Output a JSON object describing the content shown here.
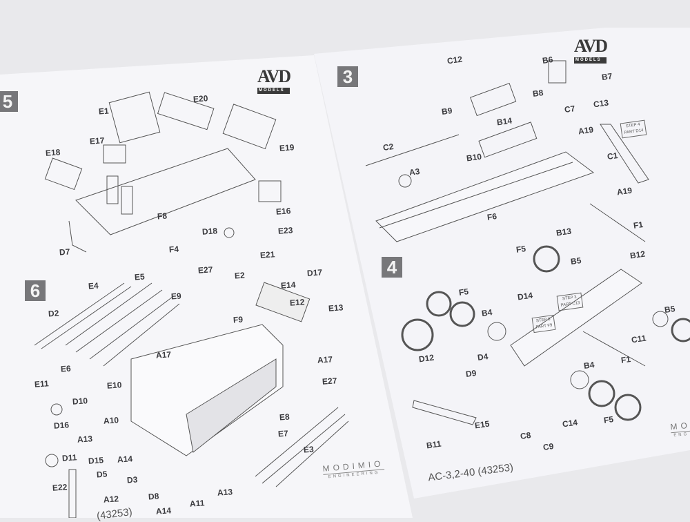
{
  "left_page": {
    "brand": "AVD",
    "brand_sub": "MODELS",
    "steps": [
      "5",
      "6"
    ],
    "labels": [
      "E1",
      "E20",
      "E17",
      "E18",
      "E19",
      "E16",
      "F8",
      "D18",
      "D7",
      "F4",
      "E23",
      "E21",
      "E27",
      "E2",
      "D17",
      "E14",
      "E5",
      "E4",
      "E9",
      "E12",
      "E13",
      "D2",
      "F9",
      "A17",
      "A17",
      "E6",
      "E10",
      "E11",
      "E27",
      "D10",
      "E8",
      "D16",
      "A10",
      "A13",
      "E7",
      "E3",
      "D11",
      "D15",
      "A14",
      "D5",
      "D3",
      "E22",
      "D8",
      "A12",
      "A14",
      "A11",
      "A13"
    ],
    "footer": "(43253)",
    "engineering_brand": "MODIMIO",
    "engineering_sub": "ENGINEERING"
  },
  "right_page": {
    "brand": "AVD",
    "brand_sub": "MODELS",
    "steps": [
      "3",
      "4"
    ],
    "labels": [
      "C12",
      "B6",
      "B7",
      "B8",
      "C7",
      "C13",
      "B9",
      "B14",
      "A19",
      "C2",
      "C1",
      "B10",
      "A3",
      "A19",
      "F6",
      "F1",
      "B13",
      "B12",
      "F5",
      "B5",
      "F5",
      "D14",
      "B4",
      "B5",
      "C11",
      "D12",
      "D4",
      "D9",
      "F1",
      "B4",
      "E15",
      "F5",
      "C14",
      "C8",
      "C9",
      "B11"
    ],
    "notes": [
      {
        "line1": "STEP 4",
        "line2": "PART D14"
      },
      {
        "line1": "STEP 3",
        "line2": "PART C13"
      },
      {
        "line1": "STEP 5",
        "line2": "PART F9"
      }
    ],
    "footer": "AC-3,2-40 (43253)",
    "engineering_brand": "MO",
    "engineering_sub": "ENG"
  }
}
